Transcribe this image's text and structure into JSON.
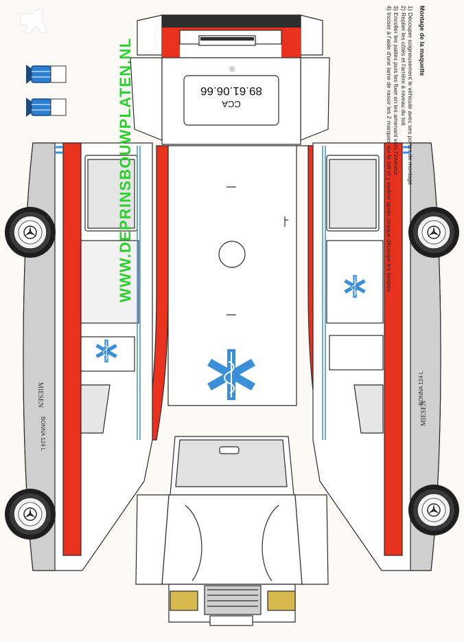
{
  "watermark": "WWW.DEPRINSBOUWPLATEN.NL",
  "plate_text": "CCA  89.61.06.66",
  "plate_line1": "CCA",
  "plate_line2": "89.61.06.66",
  "brand": "MIESEN",
  "model": "BONNA 124 L",
  "instructions": {
    "title": "Montage de la maquette",
    "steps": [
      "1) Découper soigneusement le véhicule avec ses portes de montage",
      "2) Replier les côtés et l'arrière à niveau du toit",
      "3) Encoller les pattes puis les fixer en les amenant vers l'intérieur",
      "4) Inciser à l'aide d'une lame de rasoir les 2 marques sur le toit et y insérer après chaque découpe les lampes."
    ]
  },
  "colors": {
    "stripe_red": "#e8321e",
    "star_blue": "#3a8fd8",
    "beacon_blue": "#2f7fd0",
    "watermark_green": "#2bd12b",
    "outline": "#2a2a2a",
    "gray_panel": "#c9c9c9",
    "amber_light": "#d6b84c"
  },
  "icons": [
    "star-of-life-icon",
    "mercedes-star-icon",
    "blue-beacon-icon"
  ]
}
